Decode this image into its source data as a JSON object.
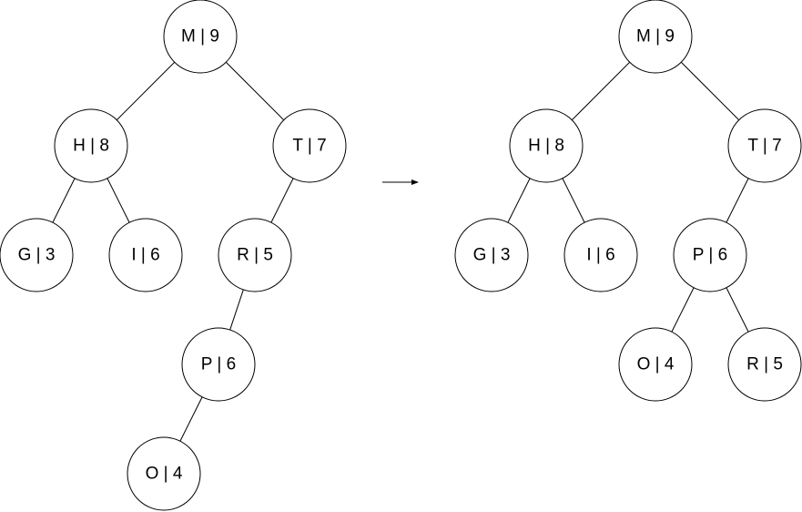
{
  "colors": {
    "stroke": "#000000",
    "fill": "#ffffff",
    "text": "#000000"
  },
  "trees": [
    {
      "id": "before",
      "nodes": [
        {
          "id": "M",
          "label": "M | 9"
        },
        {
          "id": "H",
          "label": "H | 8"
        },
        {
          "id": "T",
          "label": "T | 7"
        },
        {
          "id": "G",
          "label": "G | 3"
        },
        {
          "id": "I",
          "label": "I | 6"
        },
        {
          "id": "R",
          "label": "R | 5"
        },
        {
          "id": "P",
          "label": "P | 6"
        },
        {
          "id": "O",
          "label": "O | 4"
        }
      ],
      "edges": [
        [
          "M",
          "H"
        ],
        [
          "M",
          "T"
        ],
        [
          "H",
          "G"
        ],
        [
          "H",
          "I"
        ],
        [
          "T",
          "R"
        ],
        [
          "R",
          "P"
        ],
        [
          "P",
          "O"
        ]
      ]
    },
    {
      "id": "after",
      "nodes": [
        {
          "id": "M",
          "label": "M | 9"
        },
        {
          "id": "H",
          "label": "H | 8"
        },
        {
          "id": "T",
          "label": "T | 7"
        },
        {
          "id": "G",
          "label": "G | 3"
        },
        {
          "id": "I",
          "label": "I | 6"
        },
        {
          "id": "P",
          "label": "P | 6"
        },
        {
          "id": "O",
          "label": "O | 4"
        },
        {
          "id": "R",
          "label": "R | 5"
        }
      ],
      "edges": [
        [
          "M",
          "H"
        ],
        [
          "M",
          "T"
        ],
        [
          "H",
          "G"
        ],
        [
          "H",
          "I"
        ],
        [
          "T",
          "P"
        ],
        [
          "P",
          "O"
        ],
        [
          "P",
          "R"
        ]
      ]
    }
  ],
  "transition": {
    "icon": "arrow-right-icon"
  }
}
